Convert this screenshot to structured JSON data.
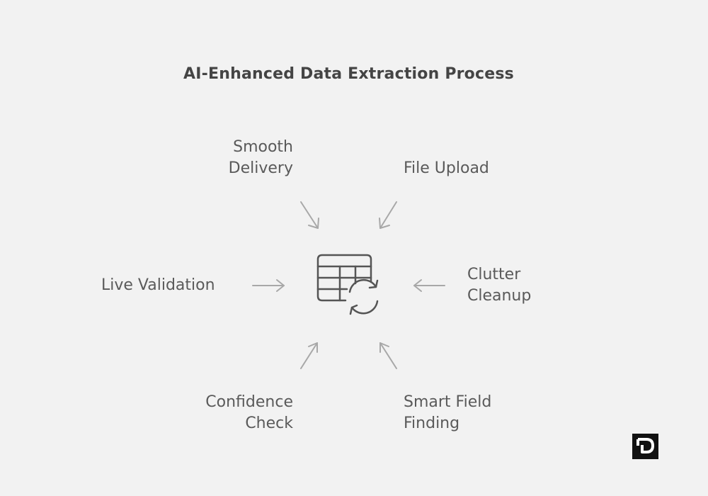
{
  "title": "AI-Enhanced Data Extraction Process",
  "center_icon": "table-refresh-icon",
  "nodes": {
    "smooth_delivery": [
      "Smooth",
      "Delivery"
    ],
    "file_upload": [
      "File Upload"
    ],
    "live_validation": [
      "Live Validation"
    ],
    "clutter_cleanup": [
      "Clutter",
      "Cleanup"
    ],
    "confidence_check": [
      "Confidence",
      "Check"
    ],
    "smart_field_finding": [
      "Smart Field",
      "Finding"
    ]
  },
  "colors": {
    "background": "#f2f2f2",
    "text": "#5a5a5a",
    "arrow": "#a8a8a8",
    "icon": "#555555"
  },
  "logo": "brand-logo-icon"
}
